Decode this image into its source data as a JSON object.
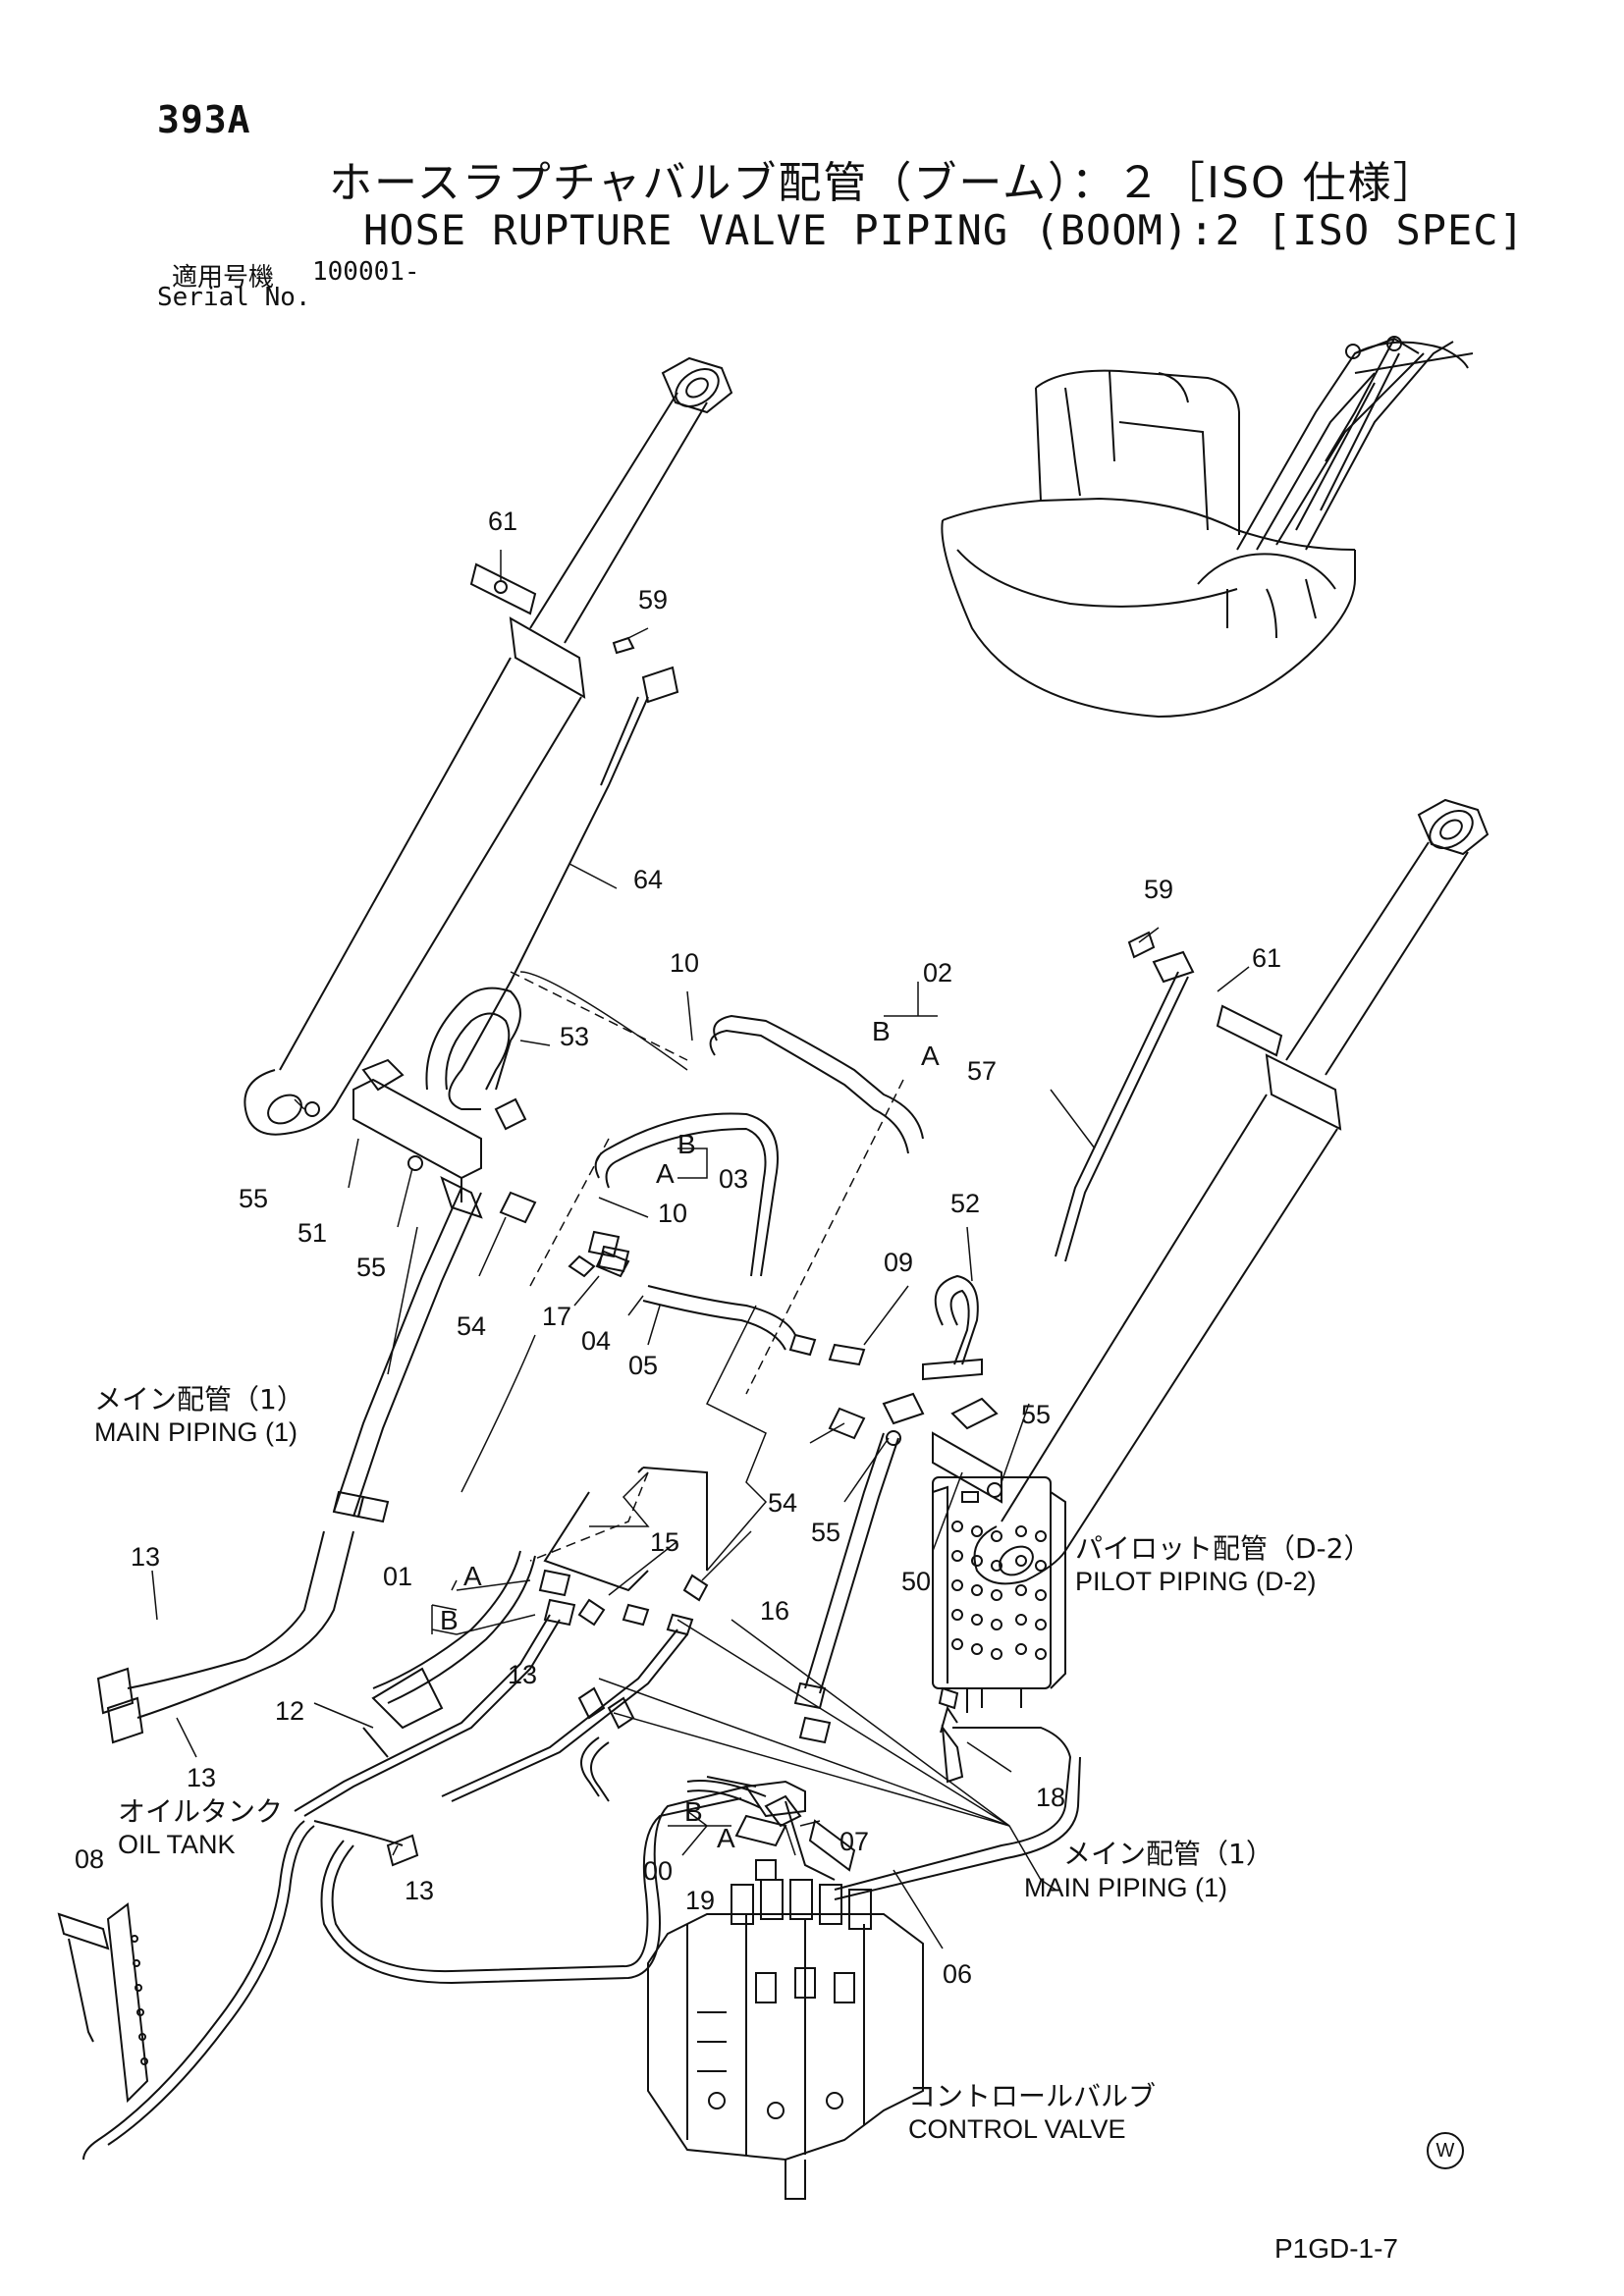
{
  "header": {
    "page_number": "393A",
    "title_jp": "ホースラプチャバルブ配管（ブーム）：２［ISO 仕様］",
    "title_en": "HOSE RUPTURE VALVE PIPING (BOOM):2 [ISO SPEC]",
    "serial_label_jp": "適用号機",
    "serial_value": "100001-",
    "serial_label_en": "Serial No."
  },
  "callouts": {
    "p61a": "61",
    "p59a": "59",
    "p64": "64",
    "p10a": "10",
    "p02": "02",
    "p02B": "B",
    "p02A": "A",
    "p53": "53",
    "p03B": "B",
    "p03A": "A",
    "p03": "03",
    "p10b": "10",
    "p55a": "55",
    "p51": "51",
    "p55b": "55",
    "p54a": "54",
    "p17": "17",
    "p04": "04",
    "p05": "05",
    "p59b": "59",
    "p61b": "61",
    "p57": "57",
    "p52": "52",
    "p09": "09",
    "p55c": "55",
    "p54b": "54",
    "p55d": "55",
    "p50": "50",
    "p13a": "13",
    "p13b": "13",
    "p13c": "13",
    "p13d": "13",
    "p01": "01",
    "p01A": "A",
    "p01B": "B",
    "p15": "15",
    "p16": "16",
    "p12": "12",
    "p08": "08",
    "p00B": "B",
    "p00A": "A",
    "p00": "00",
    "p19": "19",
    "p07": "07",
    "p06": "06",
    "p18": "18"
  },
  "labels": {
    "main_piping_jp": "メイン配管（1）",
    "main_piping_en": "MAIN PIPING (1)",
    "main_piping2_jp": "メイン配管（1）",
    "main_piping2_en": "MAIN PIPING (1)",
    "oil_tank_jp": "オイルタンク",
    "oil_tank_en": "OIL TANK",
    "pilot_jp": "パイロット配管（D-2）",
    "pilot_en": "PILOT PIPING (D-2)",
    "control_jp": "コントロールバルブ",
    "control_en": "CONTROL VALVE"
  },
  "footer": {
    "drawing_code": "P1GD-1-7",
    "mark": "W"
  }
}
